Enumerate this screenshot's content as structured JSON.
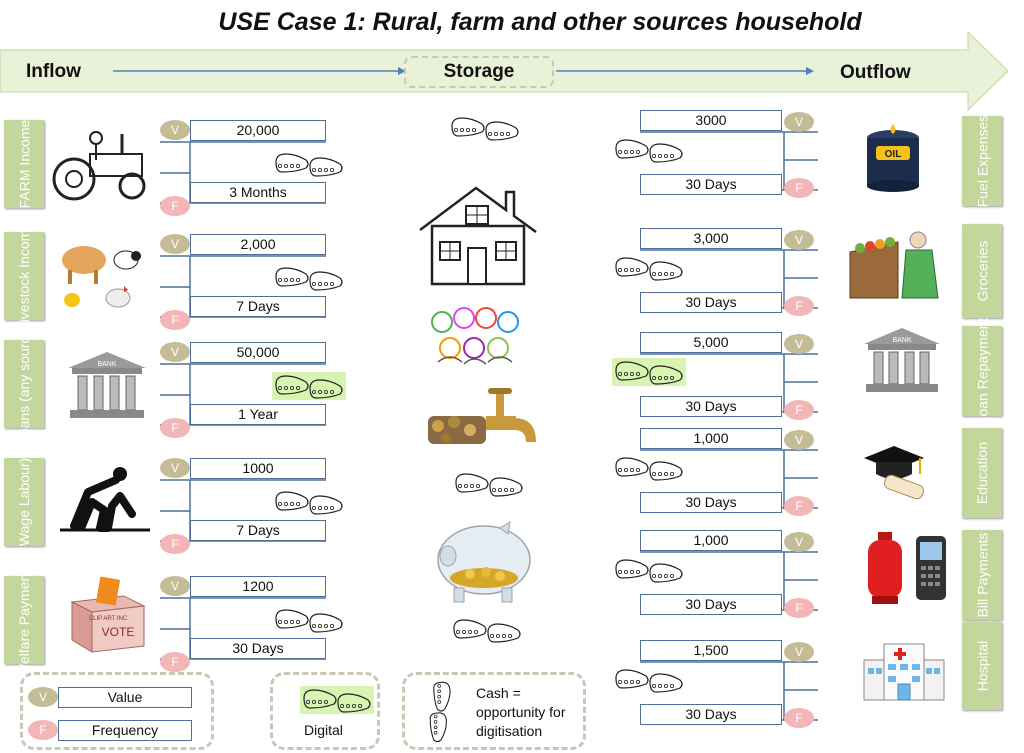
{
  "title": "USE Case 1: Rural, farm and other sources household",
  "flow": {
    "inflow": "Inflow",
    "storage": "Storage",
    "outflow": "Outflow"
  },
  "inflows": [
    {
      "label": "FARM Income",
      "value": "20,000",
      "frequency": "3 Months",
      "icon": "tractor-icon",
      "payment": "cash"
    },
    {
      "label": "Livestock Income",
      "value": "2,000",
      "frequency": "7 Days",
      "icon": "livestock-icon",
      "payment": "cash"
    },
    {
      "label": "Loans (any source)",
      "value": "50,000",
      "frequency": "1 Year",
      "icon": "bank-icon",
      "payment": "digital"
    },
    {
      "label": "Wage Labour)",
      "value": "1000",
      "frequency": "7 Days",
      "icon": "laborer-icon",
      "payment": "cash"
    },
    {
      "label": "Welfare Payments",
      "value": "1200",
      "frequency": "30 Days",
      "icon": "ballot-box-icon",
      "payment": "cash"
    }
  ],
  "outflows": [
    {
      "label": "Fuel Expenses",
      "value": "3000",
      "frequency": "30 Days",
      "icon": "oil-barrel-icon",
      "payment": "cash"
    },
    {
      "label": "Groceries",
      "value": "3,000",
      "frequency": "30 Days",
      "icon": "grocer-icon",
      "payment": "cash"
    },
    {
      "label": "Loan Repayment",
      "value": "5,000",
      "frequency": "30 Days",
      "icon": "bank-icon",
      "payment": "digital"
    },
    {
      "label": "Education",
      "value": "1,000",
      "frequency": "30 Days",
      "icon": "graduation-cap-icon",
      "payment": "cash"
    },
    {
      "label": "Bill Payments",
      "value": "1,000",
      "frequency": "30 Days",
      "icon": "gas-cylinder-phone-icon",
      "payment": "cash"
    },
    {
      "label": "Hospital",
      "value": "1,500",
      "frequency": "30 Days",
      "icon": "hospital-icon",
      "payment": "cash"
    }
  ],
  "storage_icons": [
    "house-icon",
    "family-icon",
    "coin-tap-icon",
    "piggy-bank-icon"
  ],
  "pills": {
    "value": "V",
    "frequency": "F"
  },
  "legend": {
    "value_label": "Value",
    "frequency_label": "Frequency",
    "digital_label": "Digital",
    "cash_label": "Cash = opportunity for digitisation"
  },
  "colors": {
    "tab_green": "#c3d69b",
    "pill_value": "#c4bc96",
    "pill_frequency": "#f2b6b6",
    "digital_highlight": "#d7f5b0",
    "connector_blue": "#4f6e9a",
    "arrow_band": "#e9f1d9"
  },
  "footprint_brand": "CLIP ART INC",
  "ballot_text": "VOTE",
  "bank_text": "BANK",
  "oil_text": "OIL"
}
